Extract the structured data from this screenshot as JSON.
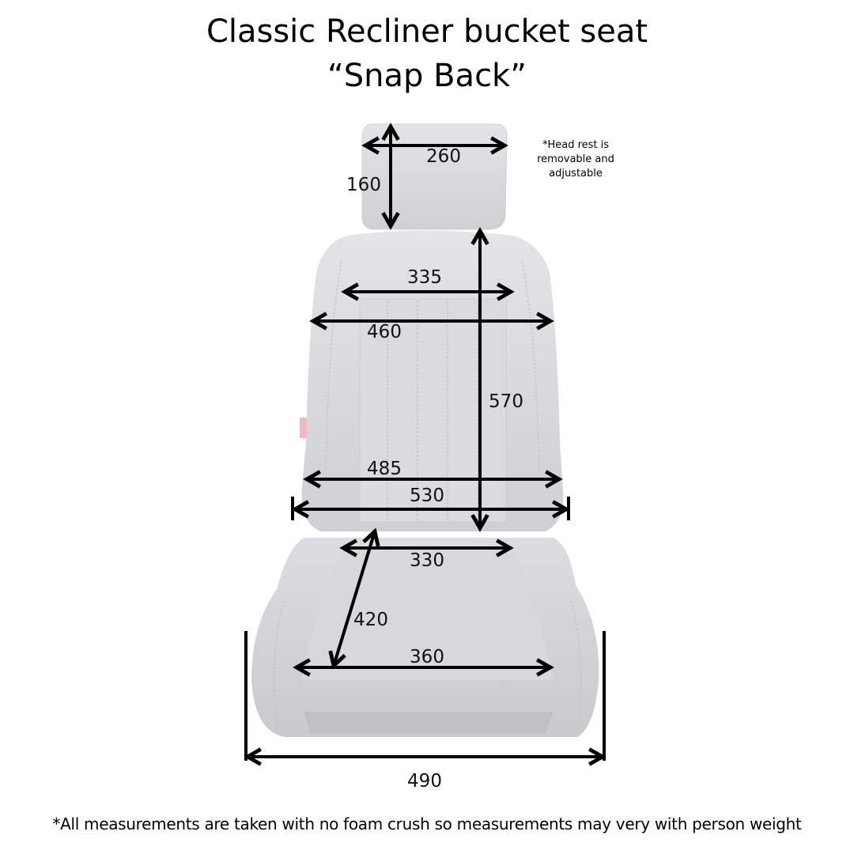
{
  "title": {
    "line1": "Classic Recliner bucket seat",
    "line2": "“Snap Back”"
  },
  "note": {
    "headrest": "*Head rest is removable and adjustable"
  },
  "footer": {
    "disclaimer": "*All measurements are taken with no foam crush so measurements may very with person weight"
  },
  "measurements": {
    "headrest_width": "260",
    "headrest_height": "160",
    "backrest_inner_width": "335",
    "backrest_upper_width": "460",
    "backrest_height": "570",
    "backrest_lower_width": "485",
    "backrest_max_width": "530",
    "seat_front_inner_width": "330",
    "seat_depth": "420",
    "seat_rear_width": "360",
    "base_overall_width": "490"
  },
  "colors": {
    "seat": "#d9dadc",
    "seat_shadow": "#c4c5c8",
    "arrow": "#000000",
    "tag": "#f3b7bd"
  }
}
